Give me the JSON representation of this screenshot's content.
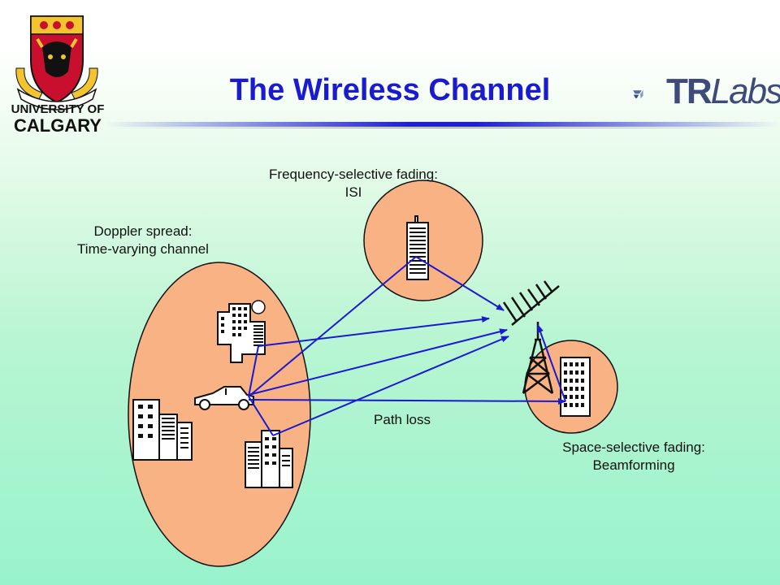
{
  "title": "The Wireless Channel",
  "logos": {
    "university_line1": "UNIVERSITY OF",
    "university_line2": "CALGARY",
    "trlabs_tr": "TR",
    "trlabs_labs": "Labs"
  },
  "labels": {
    "freq_line1": "Frequency-selective fading:",
    "freq_line2": "ISI",
    "doppler_line1": "Doppler spread:",
    "doppler_line2": "Time-varying channel",
    "path_loss": "Path loss",
    "space_line1": "Space-selective fading:",
    "space_line2": "Beamforming"
  },
  "colors": {
    "title": "#1a1ad0",
    "arrows": "#1a1ad0",
    "ellipse_fill": "#f9b283",
    "ellipse_stroke": "#111111"
  }
}
